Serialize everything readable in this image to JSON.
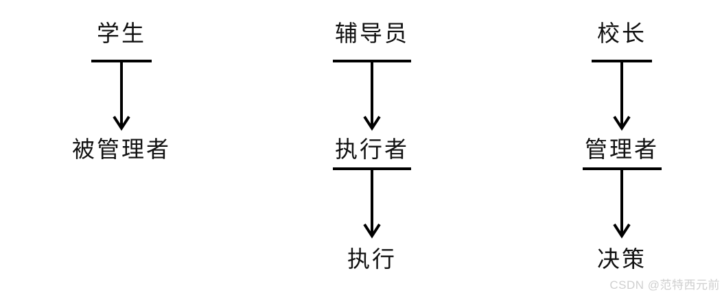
{
  "diagram": {
    "title": "roles-mapping-diagram",
    "columns": [
      {
        "role": "学生",
        "level2": "被管理者"
      },
      {
        "role": "辅导员",
        "level2": "执行者",
        "level3": "执行"
      },
      {
        "role": "校长",
        "level2": "管理者",
        "level3": "决策"
      }
    ]
  },
  "watermark": "CSDN @范特西元前",
  "colors": {
    "line": "#000000",
    "text": "#111111",
    "watermark": "#cfcfcf",
    "background": "#ffffff"
  }
}
